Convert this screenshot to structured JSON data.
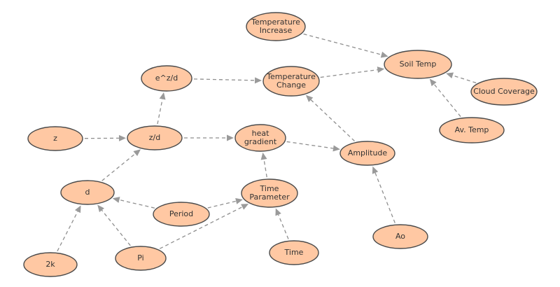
{
  "diagram": {
    "nodes": [
      {
        "id": "temp_increase",
        "label": "Temperature\nIncrease"
      },
      {
        "id": "soil_temp",
        "label": "Soil Temp"
      },
      {
        "id": "ezd",
        "label": "e^z/d"
      },
      {
        "id": "temp_change",
        "label": "Temperature\nChange"
      },
      {
        "id": "cloud",
        "label": "Cloud Coverage"
      },
      {
        "id": "z",
        "label": "z"
      },
      {
        "id": "zd",
        "label": "z/d"
      },
      {
        "id": "heat_grad",
        "label": "heat\ngradient"
      },
      {
        "id": "av_temp",
        "label": "Av. Temp"
      },
      {
        "id": "amplitude",
        "label": "Amplitude"
      },
      {
        "id": "d",
        "label": "d"
      },
      {
        "id": "time_param",
        "label": "Time\nParameter"
      },
      {
        "id": "period",
        "label": "Period"
      },
      {
        "id": "ao",
        "label": "Ao"
      },
      {
        "id": "2k",
        "label": "2k"
      },
      {
        "id": "pi",
        "label": "Pi"
      },
      {
        "id": "time",
        "label": "Time"
      }
    ],
    "edges": [
      {
        "from": "temp_increase",
        "to": "soil_temp"
      },
      {
        "from": "temp_change",
        "to": "soil_temp"
      },
      {
        "from": "cloud",
        "to": "soil_temp"
      },
      {
        "from": "av_temp",
        "to": "soil_temp"
      },
      {
        "from": "ezd",
        "to": "temp_change"
      },
      {
        "from": "amplitude",
        "to": "temp_change"
      },
      {
        "from": "zd",
        "to": "ezd"
      },
      {
        "from": "z",
        "to": "zd"
      },
      {
        "from": "d",
        "to": "zd"
      },
      {
        "from": "zd",
        "to": "heat_grad"
      },
      {
        "from": "heat_grad",
        "to": "amplitude"
      },
      {
        "from": "time_param",
        "to": "heat_grad"
      },
      {
        "from": "ao",
        "to": "amplitude"
      },
      {
        "from": "period",
        "to": "d"
      },
      {
        "from": "period",
        "to": "time_param"
      },
      {
        "from": "pi",
        "to": "time_param"
      },
      {
        "from": "time",
        "to": "time_param"
      },
      {
        "from": "2k",
        "to": "d"
      },
      {
        "from": "pi",
        "to": "d"
      }
    ]
  }
}
